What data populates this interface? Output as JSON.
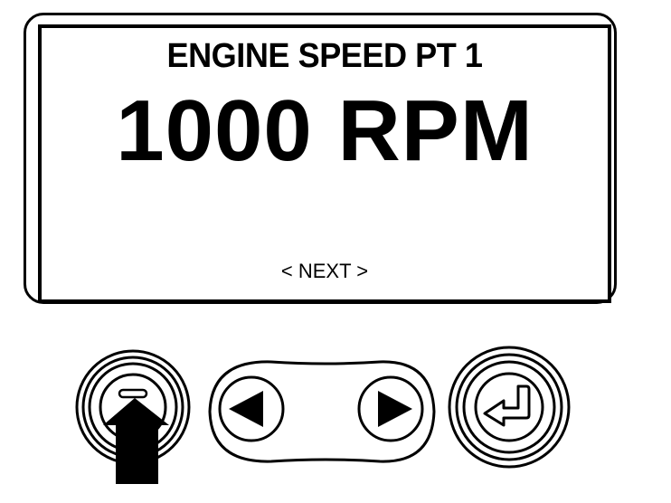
{
  "display": {
    "title": "ENGINE SPEED PT 1",
    "value": "1000 RPM",
    "softkey_label": "< NEXT >"
  },
  "keypad": {
    "buttons": [
      {
        "id": "menu",
        "icon": "menu-bar-icon"
      },
      {
        "id": "left",
        "icon": "triangle-left-icon"
      },
      {
        "id": "right",
        "icon": "triangle-right-icon"
      },
      {
        "id": "enter",
        "icon": "enter-return-icon"
      }
    ]
  },
  "callout": {
    "icon": "up-arrow-pointer-icon",
    "target": "menu"
  },
  "colors": {
    "ink": "#000000",
    "paper": "#ffffff"
  }
}
